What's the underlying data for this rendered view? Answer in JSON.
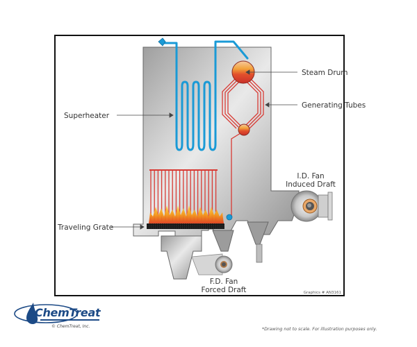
{
  "diagram": {
    "title": "Boiler with Traveling Grate",
    "labels": {
      "superheater": "Superheater",
      "steam_drum": "Steam Drum",
      "generating_tubes": "Generating Tubes",
      "traveling_grate": "Traveling Grate",
      "id_fan_line1": "I.D. Fan",
      "id_fan_line2": "Induced Draft",
      "fd_fan_line1": "F.D. Fan",
      "fd_fan_line2": "Forced Draft"
    },
    "graphics_number": "Graphics # AN3161",
    "colors": {
      "steam_pipe": "#1a9ad6",
      "water_tube": "#d83a34",
      "boiler_body": "#b8b8b8",
      "grate": "#1a1a1a",
      "flame": "#f5a21a"
    }
  },
  "footer": {
    "brand": "ChemTreat",
    "copyright": "© ChemTreat, Inc.",
    "disclaimer": "*Drawing not to scale. For illustration purposes only.",
    "brand_color": "#1c4a86"
  }
}
